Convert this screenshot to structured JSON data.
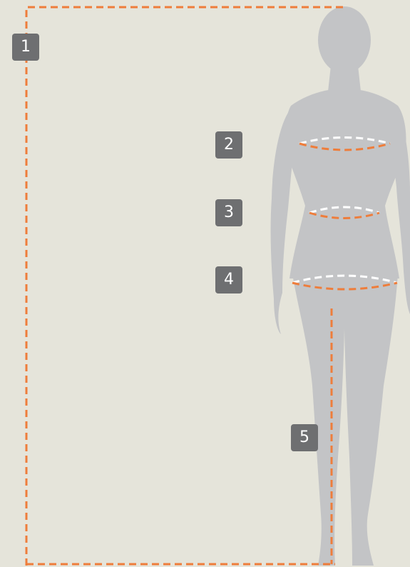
{
  "markers": {
    "m1": "1",
    "m2": "2",
    "m3": "3",
    "m4": "4",
    "m5": "5"
  },
  "colors": {
    "background": "#e5e4da",
    "silhouette": "#c3c4c6",
    "accent": "#ee7d3b",
    "guide_light": "#ffffff",
    "badge": "#6e6f71"
  }
}
